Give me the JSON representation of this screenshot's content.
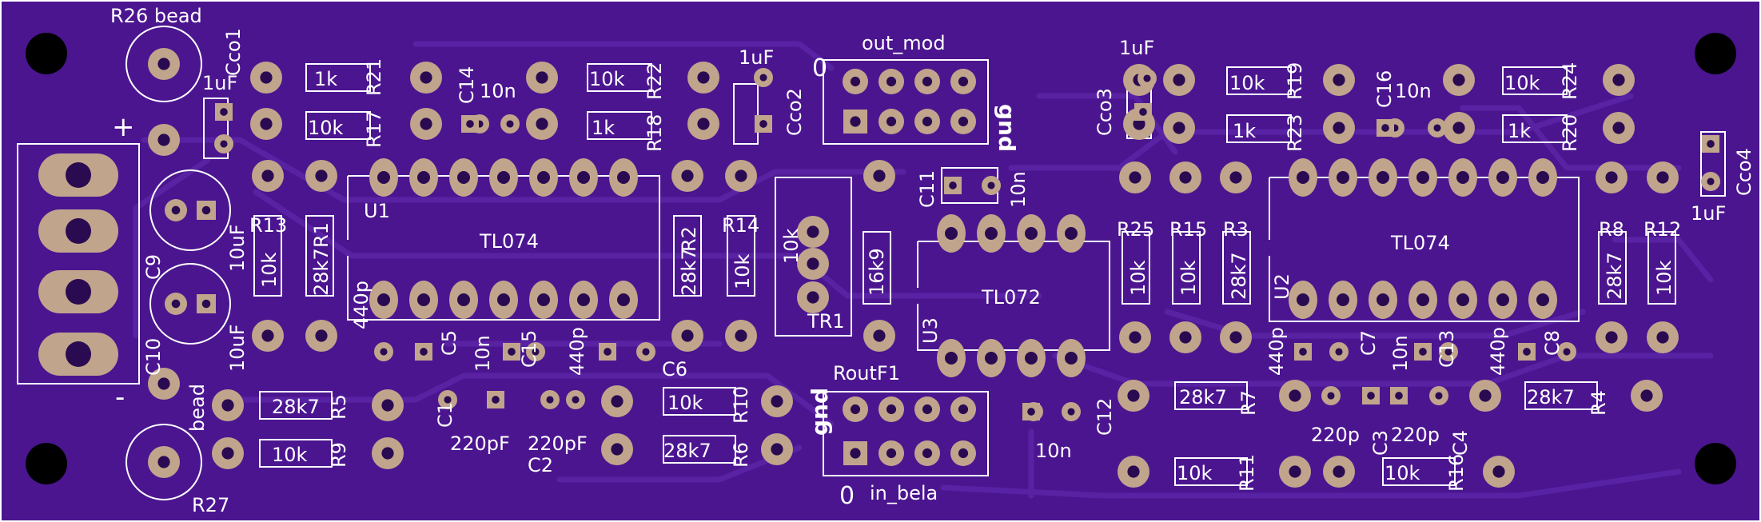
{
  "colors": {
    "board": "#4b1590",
    "board_edge": "#ffffff",
    "trace": "#5a24a6",
    "pad": "#c0a58c",
    "hole": "#2a0b52",
    "silk": "#ffffff",
    "mount_hole": "#000000"
  },
  "labels": {
    "r26_bead": "R26 bead",
    "cco1": "Cco1",
    "cco2": "Cco2",
    "cco3": "Cco3",
    "cco4": "Cco4",
    "one_uf_a": "1uF",
    "one_uf_b": "1uF",
    "one_uf_c": "1uF",
    "one_uf_d": "1uF",
    "plus": "+",
    "minus": "-",
    "bead": "bead",
    "r27": "R27",
    "r21_val": "1k",
    "r21": "R21",
    "r17_val": "10k",
    "r17": "R17",
    "c14": "C14",
    "c14_val": "10n",
    "r22_val": "10k",
    "r22": "R22",
    "r18_val": "1k",
    "r18": "R18",
    "out_mod": "out_mod",
    "zero_top": "0",
    "gnd_top": "gnd",
    "c11": "C11",
    "c11_val": "10n",
    "r19_val": "10k",
    "r19": "R19",
    "r23_val": "1k",
    "r23": "R23",
    "c16": "C16",
    "c16_val": "10n",
    "r24_val": "10k",
    "r24": "R24",
    "r20_val": "1k",
    "r20": "R20",
    "c9": "C9",
    "c9_val": "10uF",
    "c10": "C10",
    "c10_val": "10uF",
    "r13": "R13",
    "r13_val": "10k",
    "r1": "R1",
    "r1_val": "28k7",
    "u1": "U1",
    "tl074_left": "TL074",
    "r2": "R2",
    "r2_val": "28k7",
    "r14": "R14",
    "r14_val": "10k",
    "tr1_val": "10k",
    "tr1": "TR1",
    "r_16k9": "16k9",
    "tl072": "TL072",
    "u3": "U3",
    "r25": "R25",
    "r25_val": "10k",
    "r15": "R15",
    "r15_val": "10k",
    "r3": "R3",
    "r3_val": "28k7",
    "u2": "U2",
    "tl074_right": "TL074",
    "r8": "R8",
    "r8_val": "28k7",
    "r12": "R12",
    "r12_val": "10k",
    "c5_val": "440p",
    "c5": "C5",
    "c15_val": "10n",
    "c15": "C15",
    "c6_val": "440p",
    "c6": "C6",
    "c1": "C1",
    "c1_val": "220pF",
    "c2": "C2",
    "c2_val": "220pF",
    "r5_val": "28k7",
    "r5": "R5",
    "r9_val": "10k",
    "r9": "R9",
    "r10_val": "10k",
    "r10": "R10",
    "r6_val": "28k7",
    "r6": "R6",
    "routf1": "RoutF1",
    "gnd_bottom": "gnd",
    "zero_bottom": "0",
    "in_bela": "in_bela",
    "c12": "C12",
    "c12_val": "10n",
    "c7_val": "440p",
    "c7": "C7",
    "c13_val": "10n",
    "c13": "C13",
    "c8_val": "440p",
    "c8": "C8",
    "r7_val": "28k7",
    "r7": "R7",
    "r4_val": "28k7",
    "r4": "R4",
    "c3_val": "220p",
    "c3": "C3",
    "c4_val": "220p",
    "c4": "C4",
    "r11_val": "10k",
    "r11": "R11",
    "r16_val": "10k",
    "r16": "R16"
  }
}
